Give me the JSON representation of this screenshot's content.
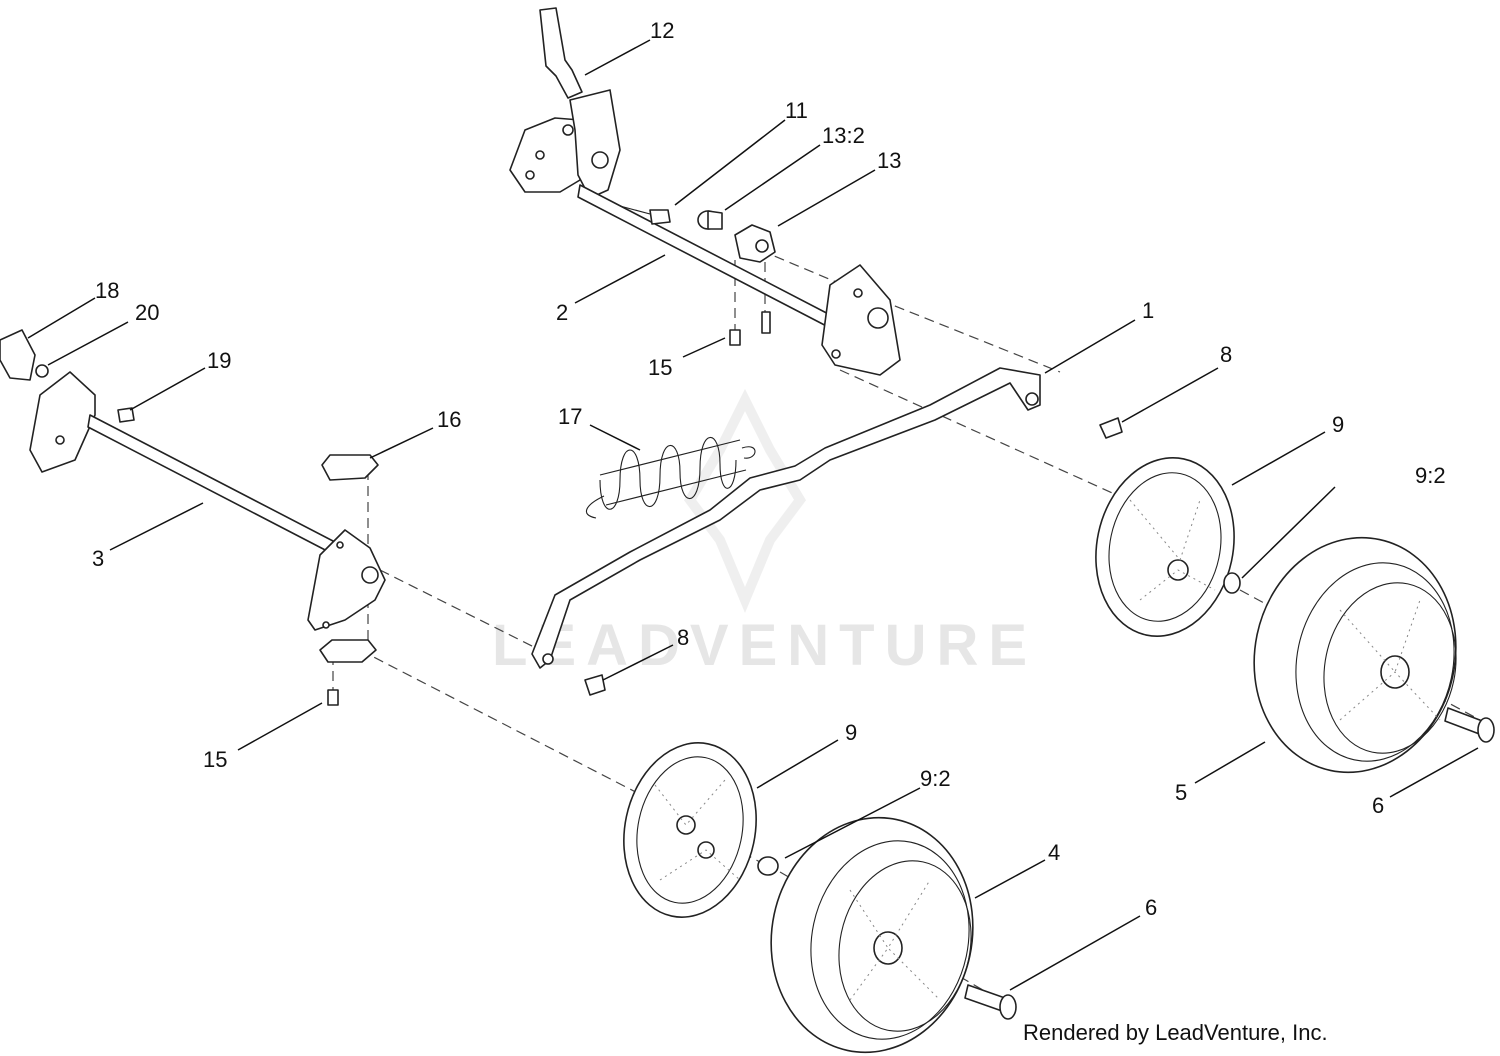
{
  "watermark": {
    "text": "LEADVENTURE"
  },
  "footer": {
    "text": "Rendered by LeadVenture, Inc."
  },
  "callouts": [
    {
      "id": "c12",
      "label": "12"
    },
    {
      "id": "c11",
      "label": "11"
    },
    {
      "id": "c13-2",
      "label": "13:2"
    },
    {
      "id": "c13",
      "label": "13"
    },
    {
      "id": "c2",
      "label": "2"
    },
    {
      "id": "c1",
      "label": "1"
    },
    {
      "id": "c15-top",
      "label": "15"
    },
    {
      "id": "c8-top",
      "label": "8"
    },
    {
      "id": "c18",
      "label": "18"
    },
    {
      "id": "c20",
      "label": "20"
    },
    {
      "id": "c19",
      "label": "19"
    },
    {
      "id": "c16",
      "label": "16"
    },
    {
      "id": "c17",
      "label": "17"
    },
    {
      "id": "c9-right",
      "label": "9"
    },
    {
      "id": "c9-2-right",
      "label": "9:2"
    },
    {
      "id": "c3",
      "label": "3"
    },
    {
      "id": "c8-bottom",
      "label": "8"
    },
    {
      "id": "c15-bottom",
      "label": "15"
    },
    {
      "id": "c9-left",
      "label": "9"
    },
    {
      "id": "c9-2-left",
      "label": "9:2"
    },
    {
      "id": "c4",
      "label": "4"
    },
    {
      "id": "c5",
      "label": "5"
    },
    {
      "id": "c6-right",
      "label": "6"
    },
    {
      "id": "c6-bottom",
      "label": "6"
    }
  ]
}
